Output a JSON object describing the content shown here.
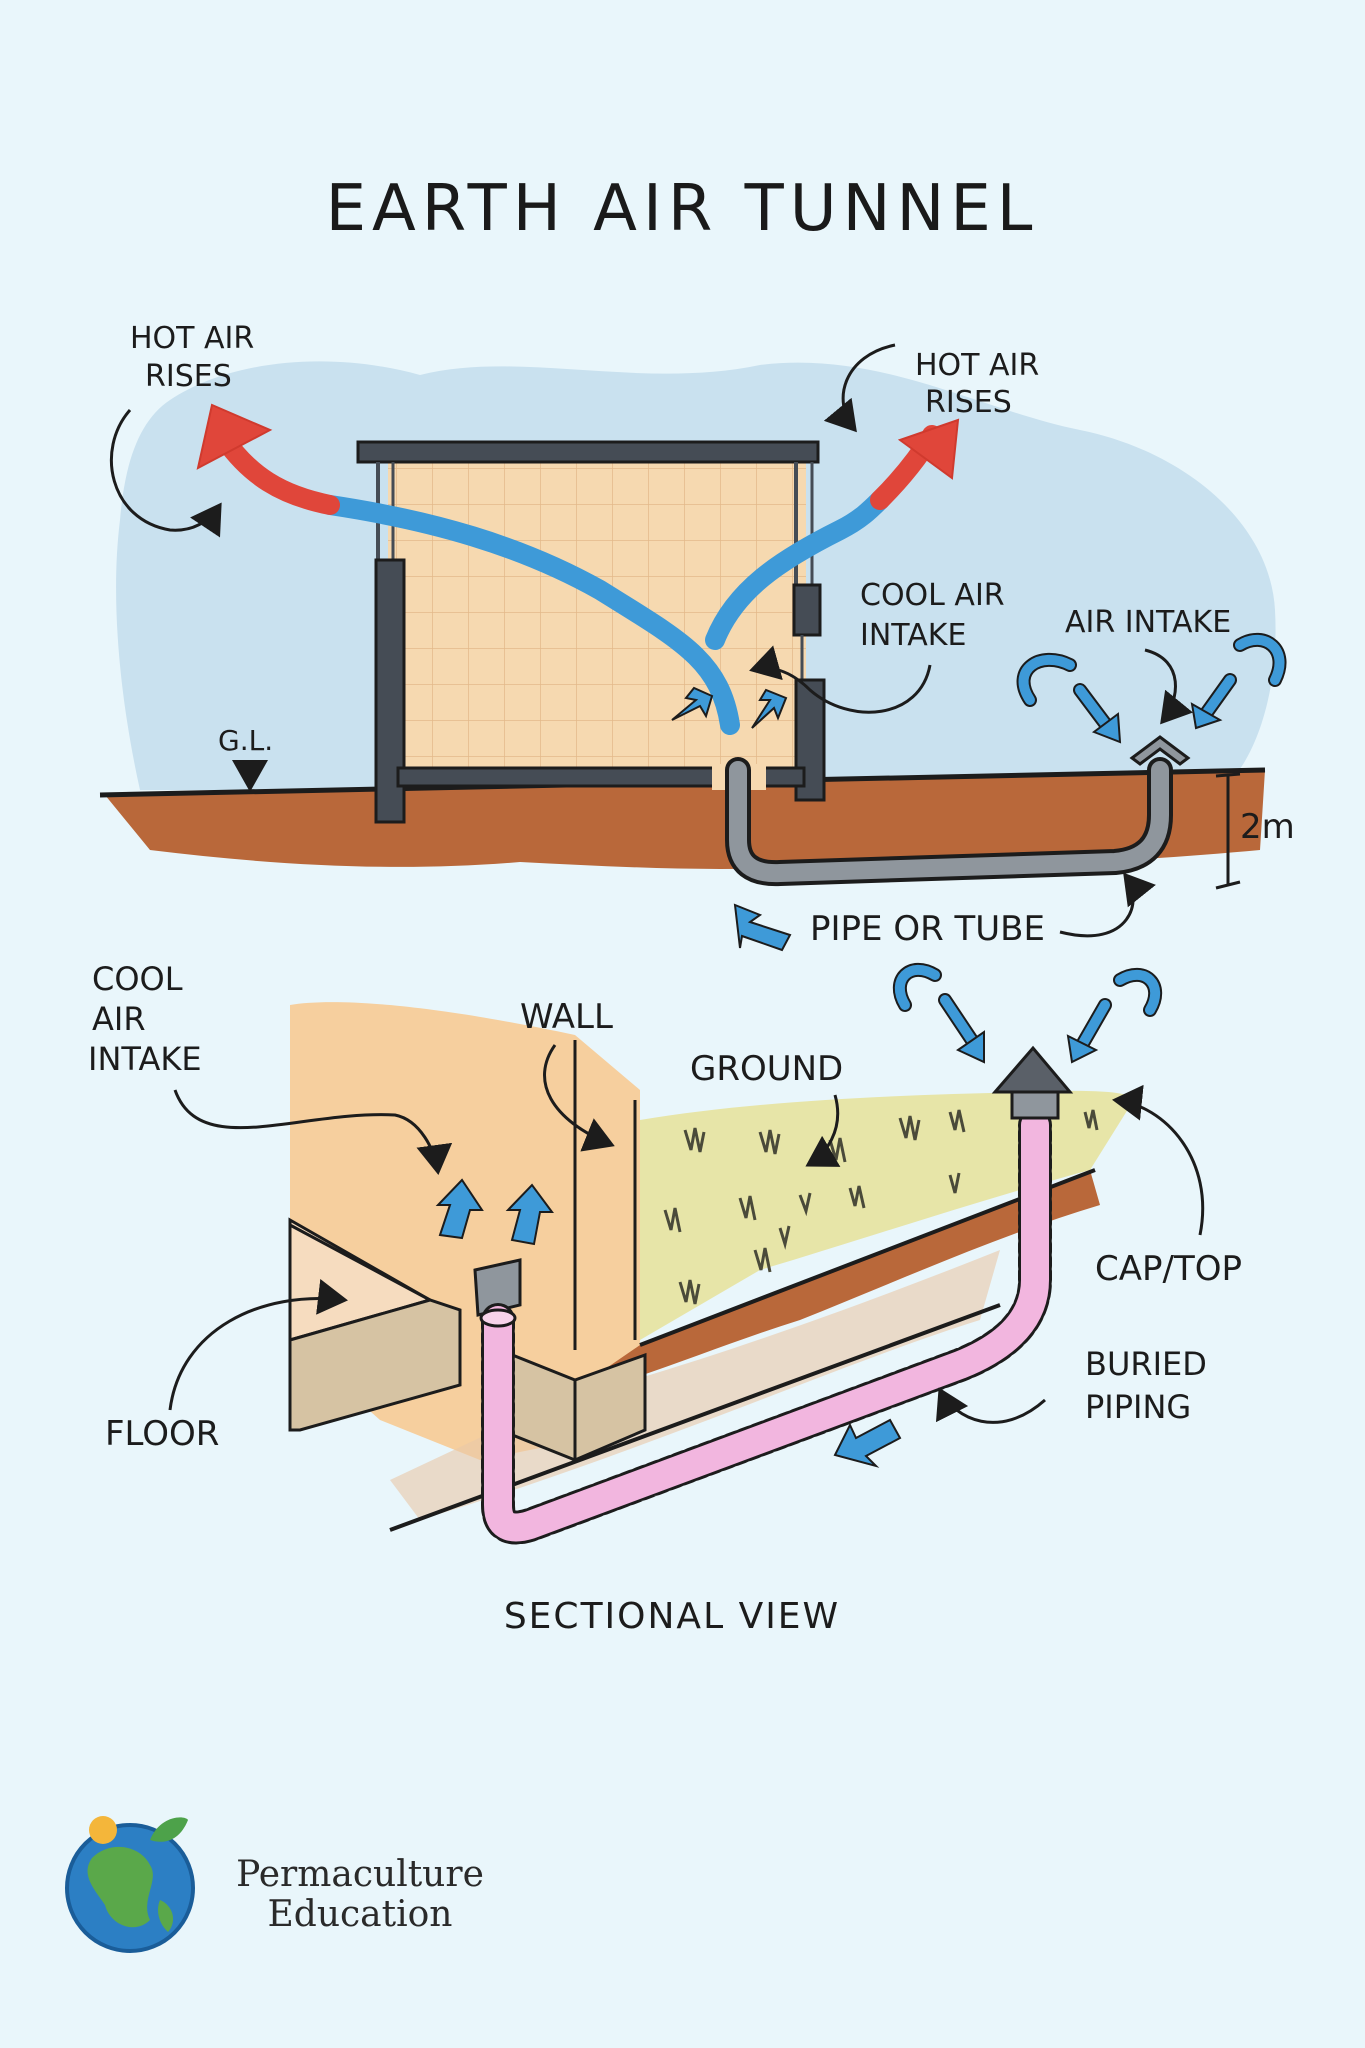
{
  "title": "EARTH AIR TUNNEL",
  "top_diagram": {
    "hot_air_left": [
      "HOT AIR",
      "RISES"
    ],
    "hot_air_right": [
      "HOT AIR",
      "RISES"
    ],
    "cool_air_intake": [
      "COOL AIR",
      "INTAKE"
    ],
    "air_intake": "AIR INTAKE",
    "ground_level": "G.L.",
    "depth": "2m",
    "pipe": "PIPE OR TUBE"
  },
  "bottom_diagram": {
    "cool_air_intake": [
      "COOL",
      "AIR",
      "INTAKE"
    ],
    "wall": "WALL",
    "ground": "GROUND",
    "cap_top": "CAP/TOP",
    "buried_piping": [
      "BURIED",
      "PIPING"
    ],
    "floor": "FLOOR",
    "caption": "SECTIONAL VIEW"
  },
  "logo": {
    "line1": "Permaculture",
    "line2": "Education"
  },
  "colors": {
    "sky": "#c9e1ef",
    "room": "#f6d9b0",
    "soil": "#b9683a",
    "cool_air": "#3e9ad8",
    "hot_air": "#e0463a",
    "pipe_pink": "#f2b6df",
    "grass": "#e7e5a8"
  }
}
